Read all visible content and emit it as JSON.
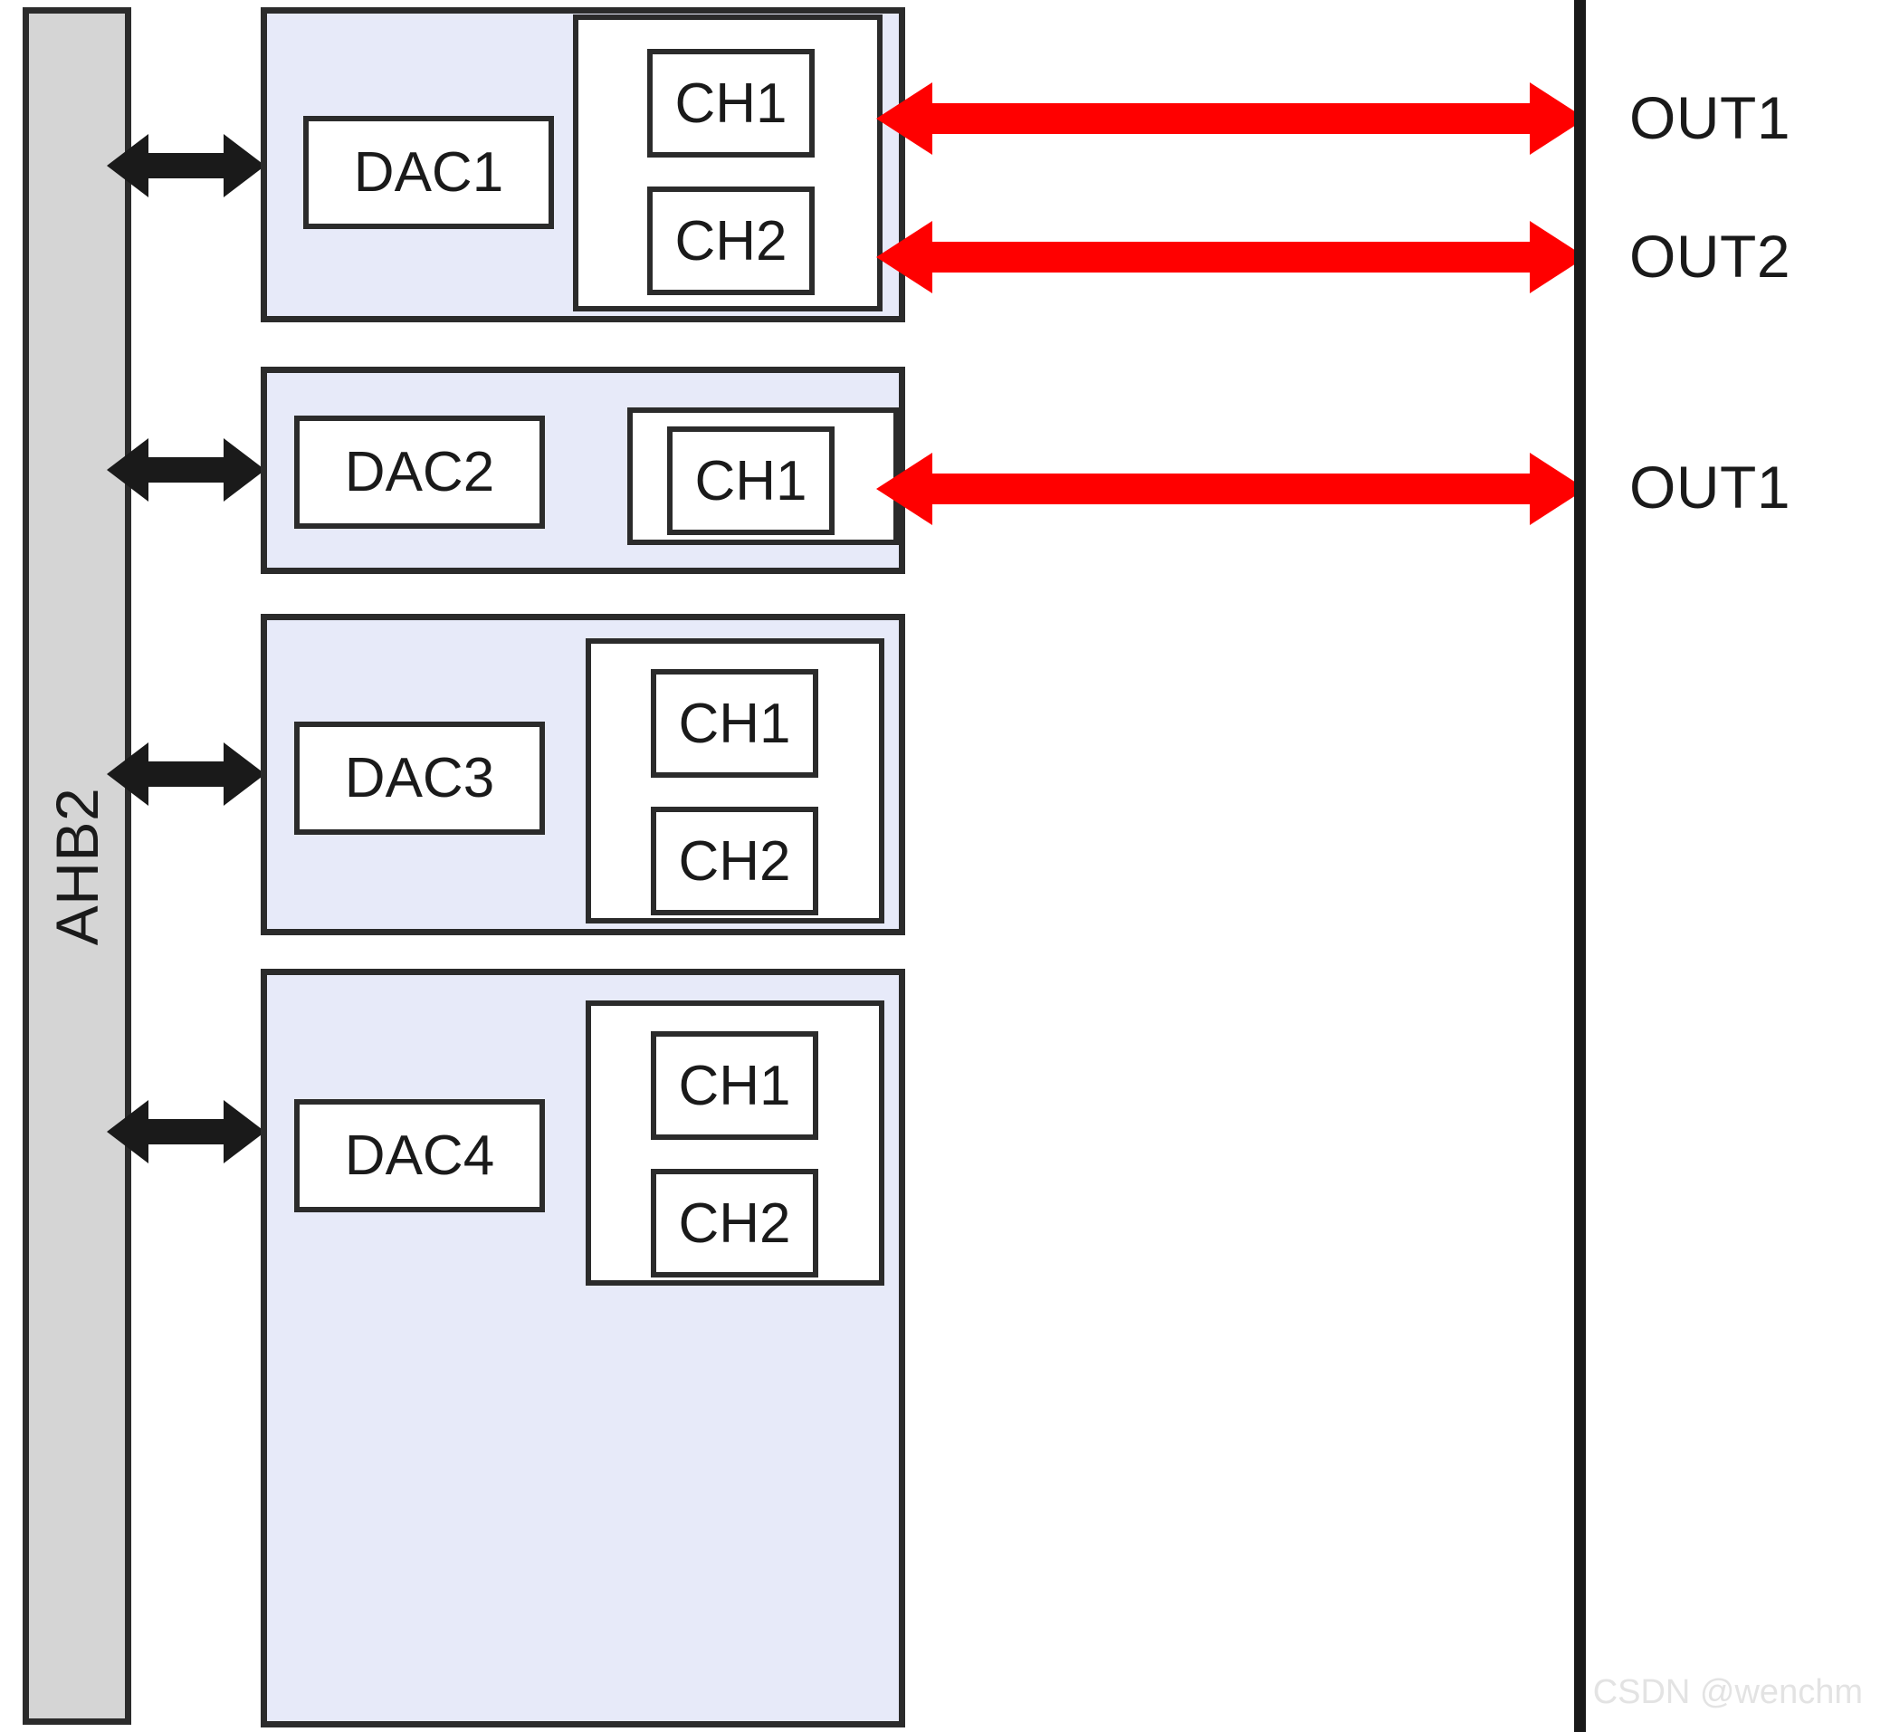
{
  "diagram": {
    "title": "DAC block diagram",
    "colors": {
      "panel_fill": "#e7eaf9",
      "bus_fill": "#d5d5d5",
      "stroke": "#2b2b2b",
      "arrow_black": "#1a1a1a",
      "arrow_red": "#ff0000",
      "pin_line": "#1a1a1a",
      "watermark": "#e3e3e3"
    }
  },
  "bus": {
    "label": "AHB2"
  },
  "blocks": [
    {
      "name": "DAC1",
      "channels": [
        "CH1",
        "CH2"
      ]
    },
    {
      "name": "DAC2",
      "channels": [
        "CH1"
      ]
    },
    {
      "name": "DAC3",
      "channels": [
        "CH1",
        "CH2"
      ]
    },
    {
      "name": "DAC4",
      "channels": [
        "CH1",
        "CH2"
      ]
    }
  ],
  "outputs": [
    {
      "label": "OUT1"
    },
    {
      "label": "OUT2"
    },
    {
      "label": "OUT1"
    }
  ],
  "watermark": {
    "text": "CSDN @wenchm"
  }
}
